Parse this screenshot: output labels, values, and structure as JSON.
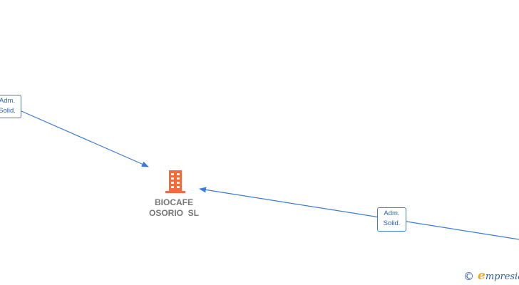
{
  "company": {
    "name_line1": "BIOCAFE",
    "name_line2": "OSORIO  SL",
    "icon": "building-icon",
    "icon_color": "#f26a3d"
  },
  "relations": [
    {
      "line1": "Adm.",
      "line2": "Solid."
    },
    {
      "line1": "Adm.",
      "line2": "Solid."
    }
  ],
  "edge_color": "#3a7bd5",
  "watermark": {
    "copyright_symbol": "©",
    "brand_initial": "e",
    "brand_rest": "mpresia",
    "icon": "copyright-icon"
  }
}
